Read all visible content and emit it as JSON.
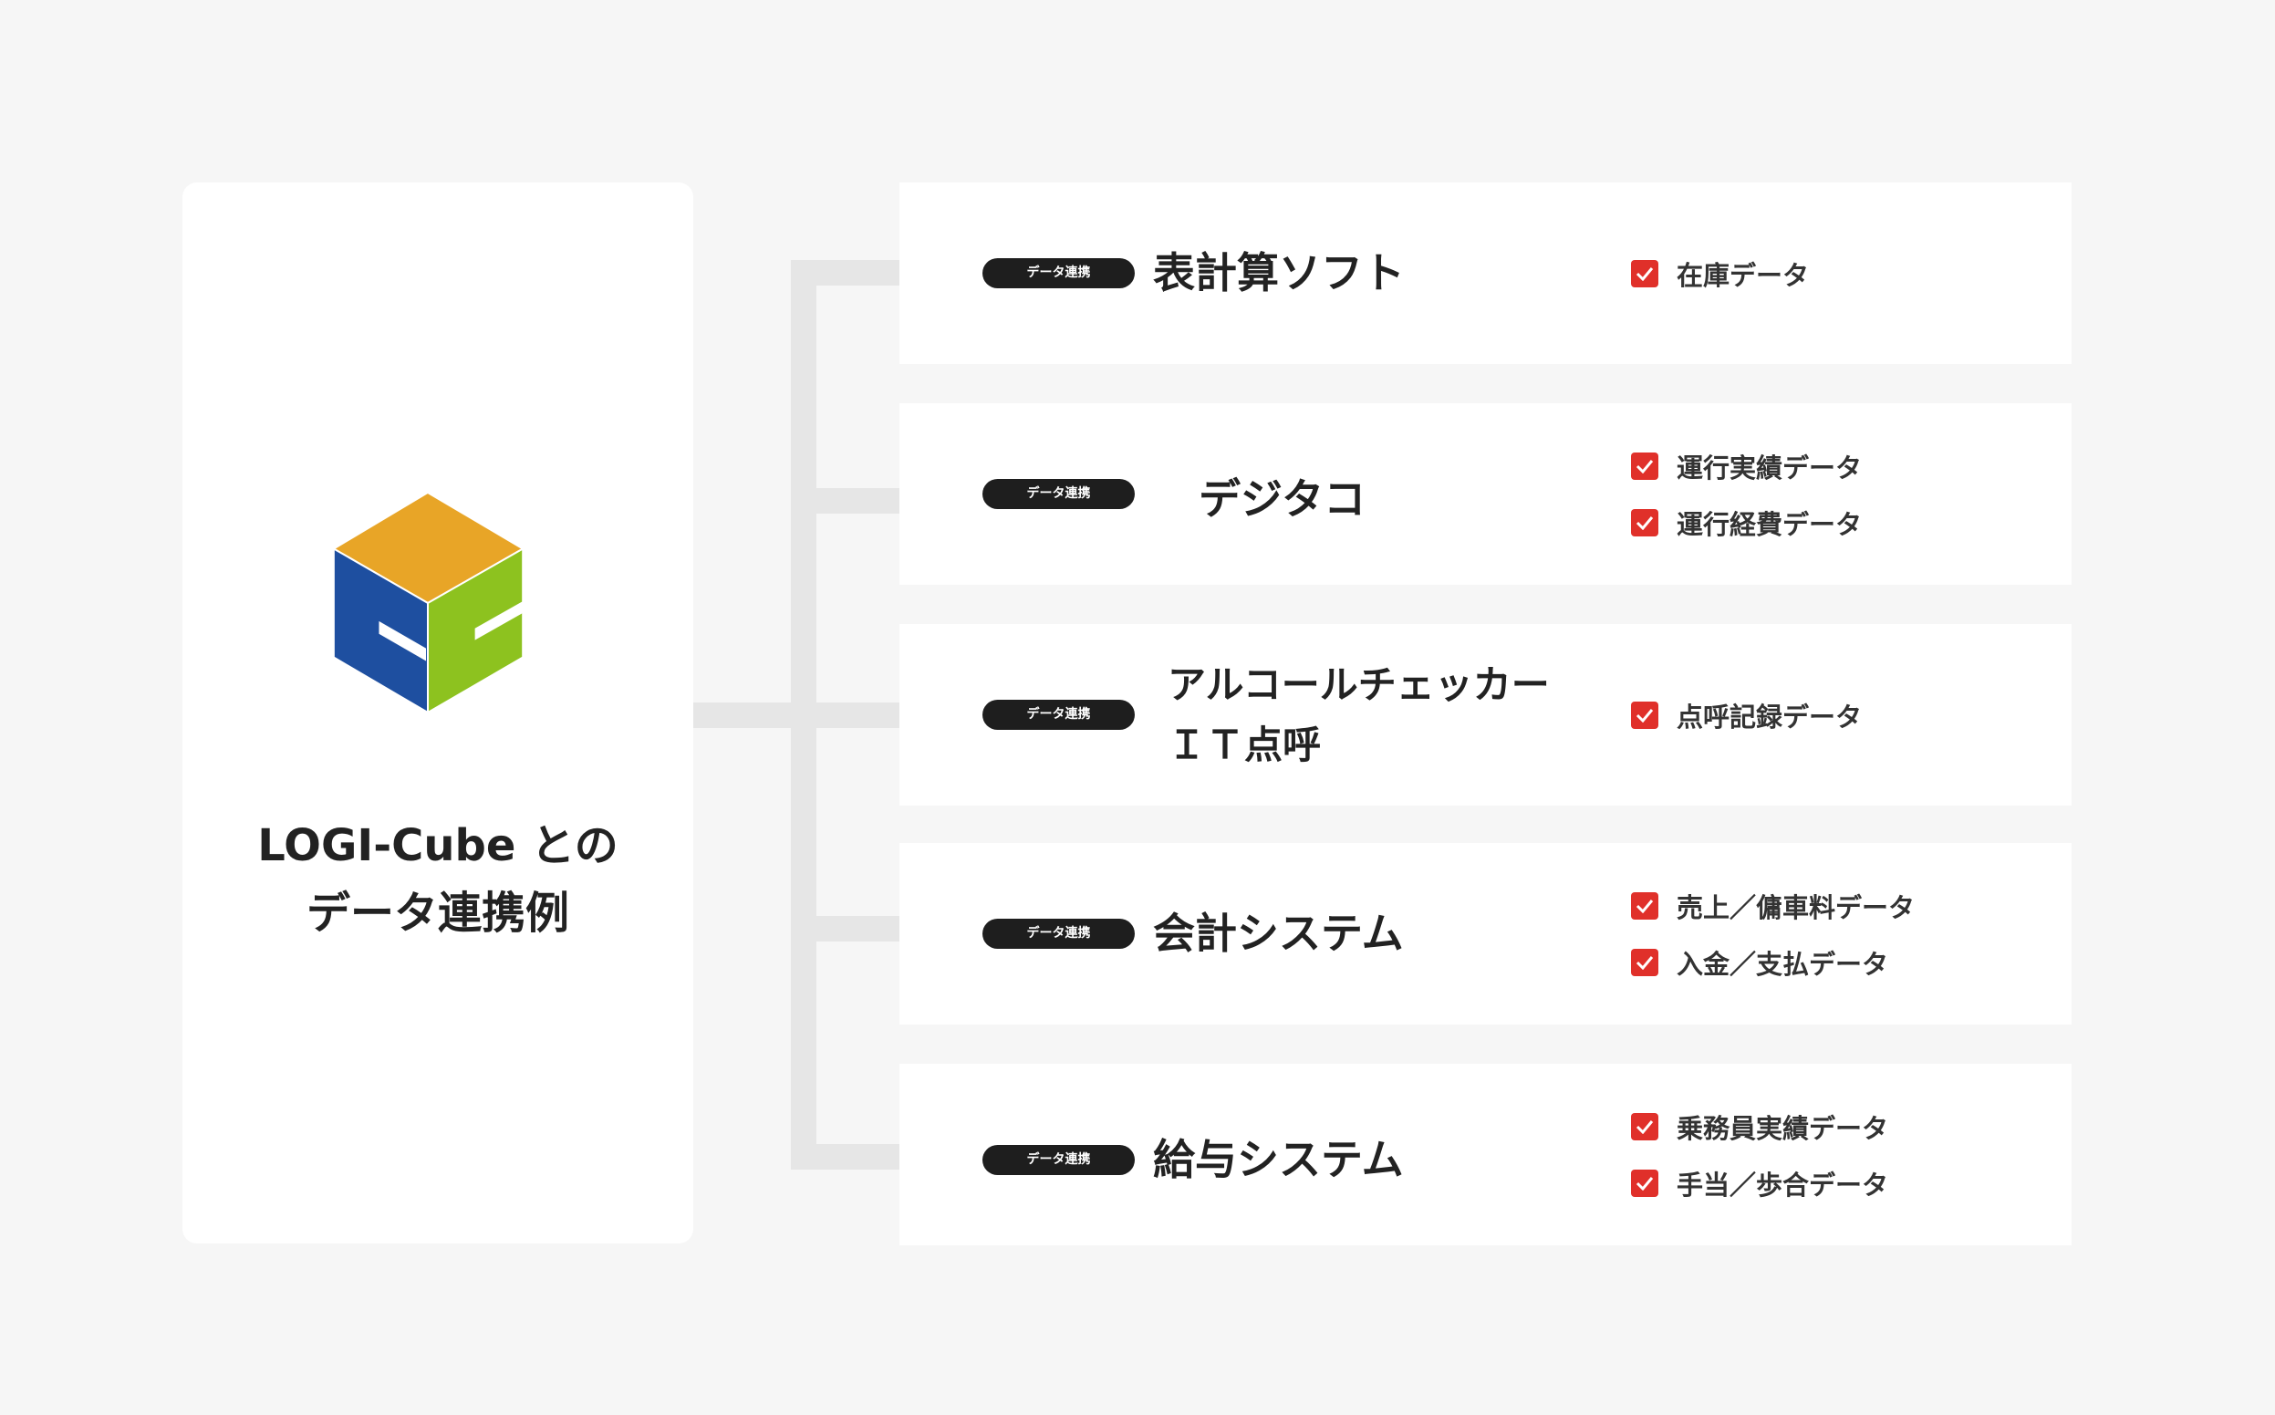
{
  "left_panel": {
    "title_line1": "LOGI-Cube との",
    "title_line2": "データ連携例",
    "logo": "logi-cube-logo"
  },
  "badge_label": "データ連携",
  "colors": {
    "check": "#e0302a",
    "cube_top": "#e8a527",
    "cube_left": "#1e4fa0",
    "cube_right": "#8dc21f"
  },
  "rows": [
    {
      "title": "表計算ソフト",
      "items": [
        "在庫データ"
      ]
    },
    {
      "title": "デジタコ",
      "items": [
        "運行実績データ",
        "運行経費データ"
      ]
    },
    {
      "title_line1": "アルコールチェッカー",
      "title_line2": "ＩＴ点呼",
      "items": [
        "点呼記録データ"
      ]
    },
    {
      "title": "会計システム",
      "items": [
        "売上／傭車料データ",
        "入金／支払データ"
      ]
    },
    {
      "title": "給与システム",
      "items": [
        "乗務員実績データ",
        "手当／歩合データ"
      ]
    }
  ]
}
